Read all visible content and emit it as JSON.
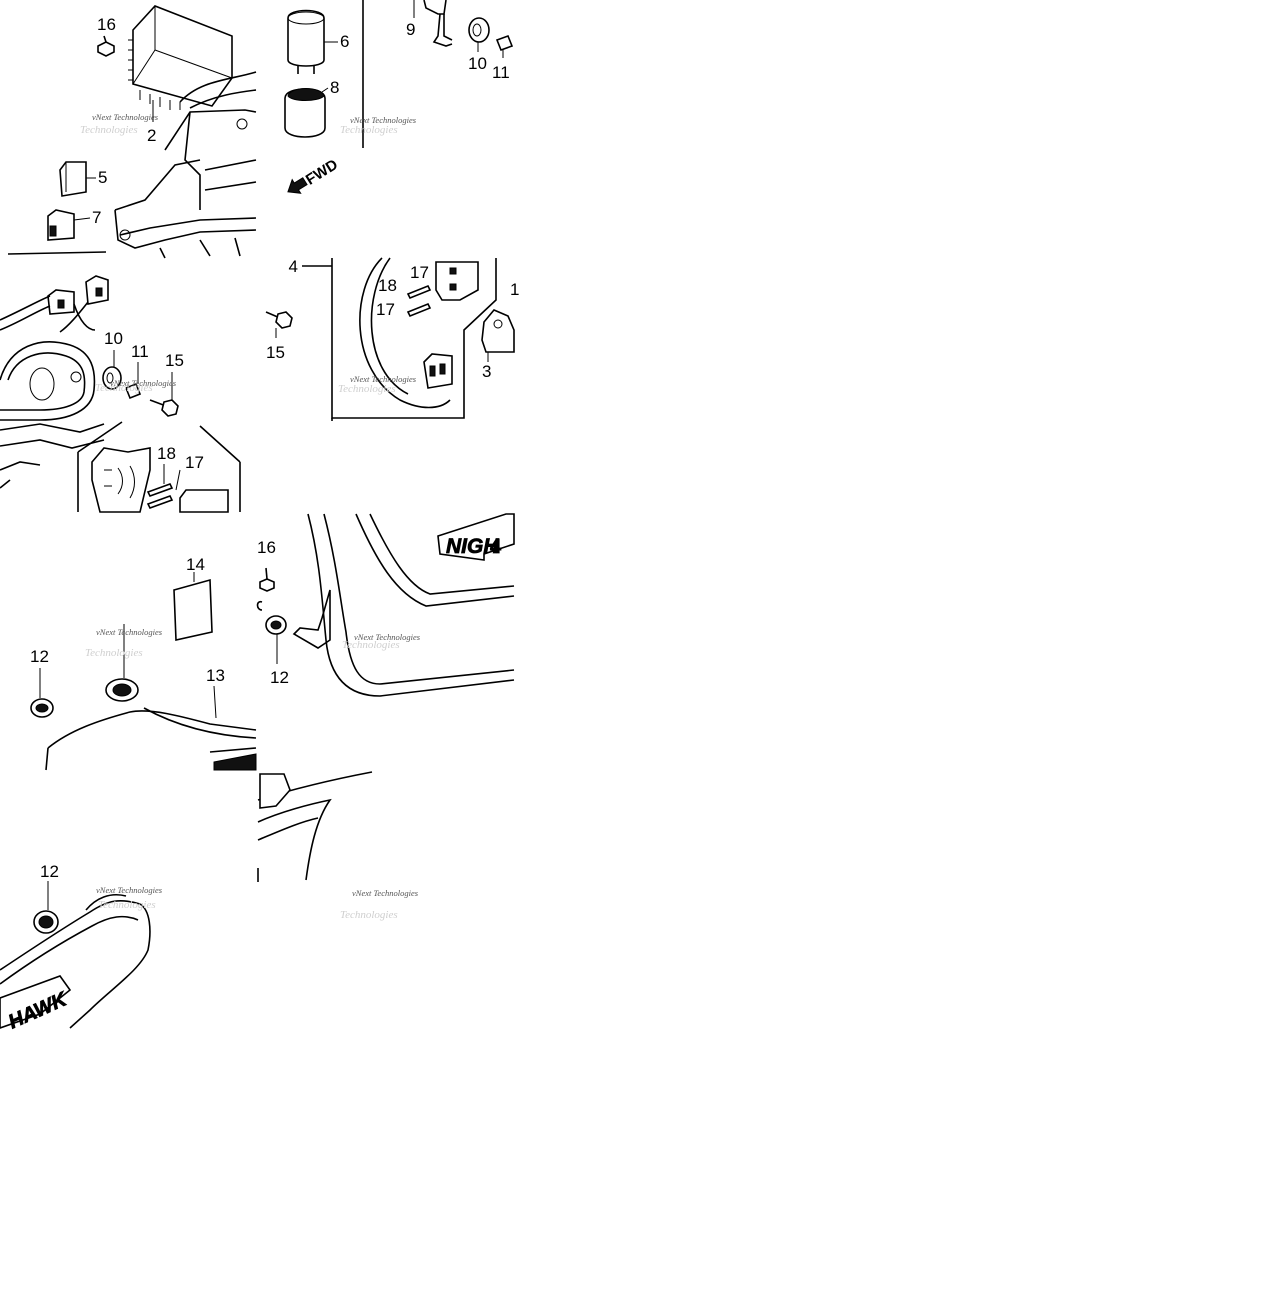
{
  "watermark": {
    "line1": "vNext Technologies",
    "line2": "Technologies"
  },
  "labels": {
    "fwd": "FWD",
    "logo_top": "NIGH",
    "logo_bottom": "HAWK",
    "logo_num": "4"
  },
  "callouts": {
    "t1": [
      "16",
      "2",
      "5",
      "7"
    ],
    "t2": [
      "6",
      "8",
      "9",
      "10",
      "11"
    ],
    "t3": [
      "10",
      "11",
      "15",
      "18",
      "17"
    ],
    "t4": [
      "4",
      "17",
      "18",
      "17",
      "15",
      "3"
    ],
    "t5": [
      "12",
      "14",
      "13"
    ],
    "t6": [
      "16",
      "12"
    ],
    "t7": [
      "12"
    ]
  }
}
